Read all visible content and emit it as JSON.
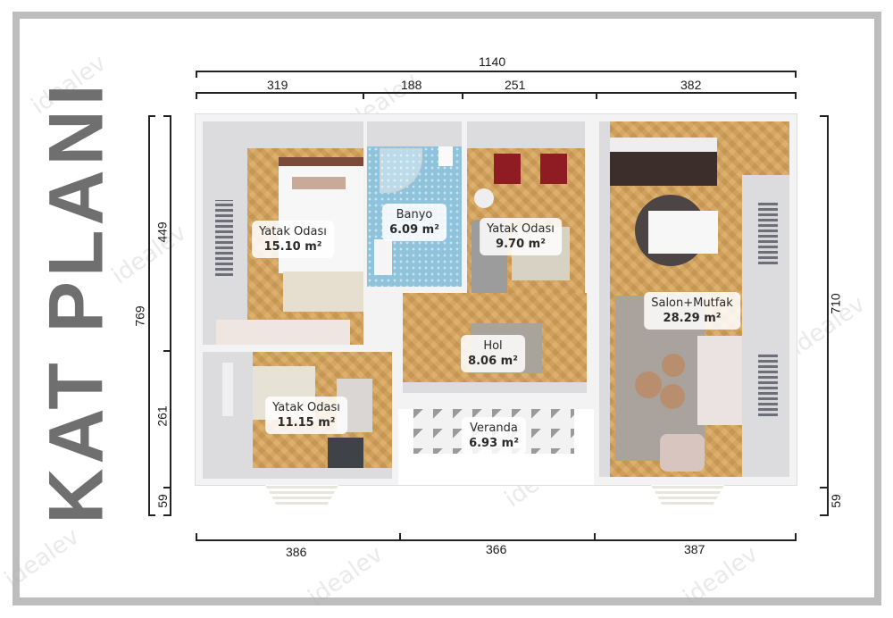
{
  "title": "KAT PLANI",
  "watermark": "idealev",
  "colors": {
    "frame": "#bdbdbd",
    "title_text": "#6f6f6f",
    "wood_floor": "#d8a45a",
    "bath_tile": "#8fc3dc",
    "wall": "#e9e9ea",
    "dimension_line": "#222222"
  },
  "dimensions": {
    "top_total": "1140",
    "top_segments": [
      "319",
      "188",
      "251",
      "382"
    ],
    "bottom_segments": [
      "386",
      "366",
      "387"
    ],
    "left_total": "769",
    "left_segments": [
      "449",
      "261",
      "59"
    ],
    "right_segments": [
      "710",
      "59"
    ]
  },
  "rooms": [
    {
      "name": "Yatak Odası",
      "area": "15.10 m²"
    },
    {
      "name": "Banyo",
      "area": "6.09 m²"
    },
    {
      "name": "Yatak Odası",
      "area": "9.70 m²"
    },
    {
      "name": "Salon+Mutfak",
      "area": "28.29 m²"
    },
    {
      "name": "Hol",
      "area": "8.06 m²"
    },
    {
      "name": "Yatak Odası",
      "area": "11.15 m²"
    },
    {
      "name": "Veranda",
      "area": "6.93 m²"
    }
  ]
}
